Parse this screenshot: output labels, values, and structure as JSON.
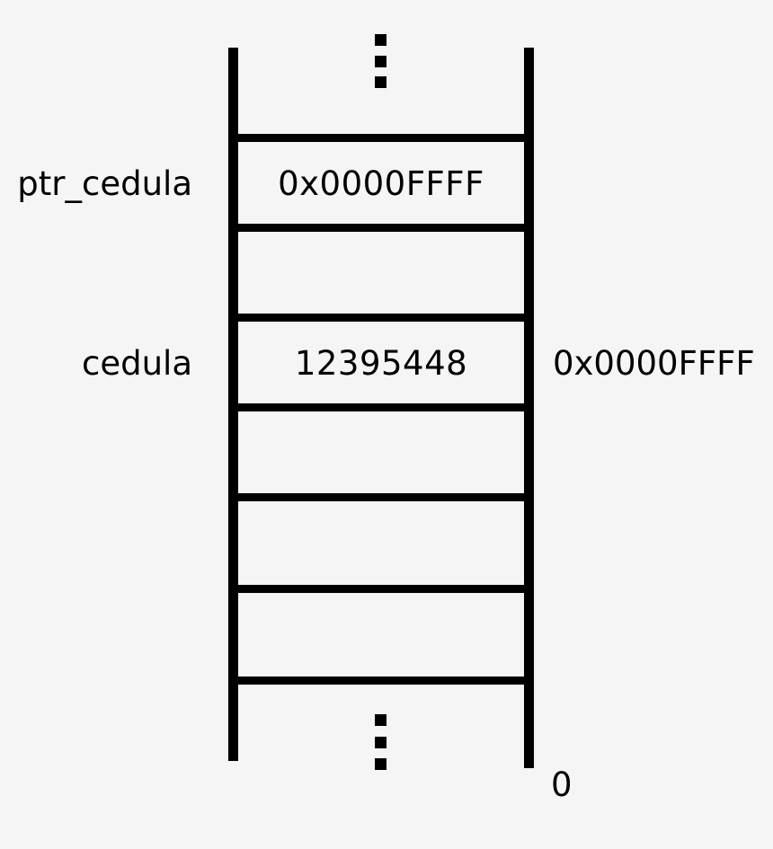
{
  "diagram": {
    "title": "Memory layout with pointer ptr_cedula referencing variable cedula",
    "background_color": "#f5f5f5",
    "stroke_color": "#000000"
  },
  "memory_column": {
    "top_ellipsis_name": "vertical-ellipsis-top",
    "bottom_ellipsis_name": "vertical-ellipsis-bottom",
    "cells": [
      {
        "index": 0,
        "value": "",
        "label": "",
        "side_label": ""
      },
      {
        "index": 1,
        "value": "0x0000FFFF",
        "label": "ptr_cedula",
        "side_label": ""
      },
      {
        "index": 2,
        "value": "",
        "label": "",
        "side_label": ""
      },
      {
        "index": 3,
        "value": "12395448",
        "label": "cedula",
        "side_label": "0x0000FFFF"
      },
      {
        "index": 4,
        "value": "",
        "label": "",
        "side_label": ""
      },
      {
        "index": 5,
        "value": "",
        "label": "",
        "side_label": ""
      },
      {
        "index": 6,
        "value": "",
        "label": "",
        "side_label": ""
      },
      {
        "index": 7,
        "value": "",
        "label": "",
        "side_label": ""
      }
    ]
  },
  "labels": {
    "ptr_cedula": "ptr_cedula",
    "cedula": "cedula",
    "pointer_value": "0x0000FFFF",
    "cedula_value": "12395448",
    "address_annotation": "0x0000FFFF",
    "base_address": "0"
  }
}
